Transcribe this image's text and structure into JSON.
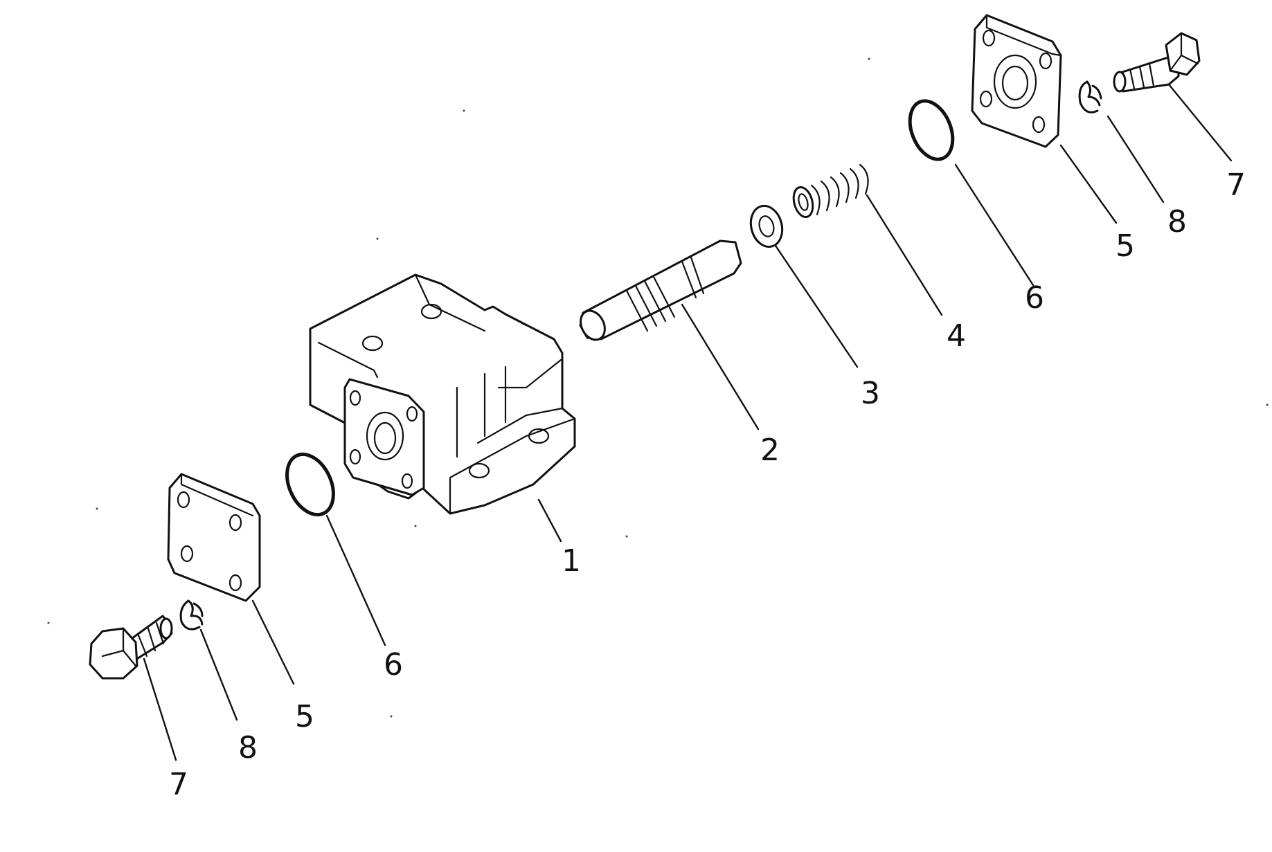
{
  "diagram": {
    "callouts": [
      {
        "id": "c1",
        "label": "1"
      },
      {
        "id": "c2",
        "label": "2"
      },
      {
        "id": "c3",
        "label": "3"
      },
      {
        "id": "c4",
        "label": "4"
      },
      {
        "id": "c5_upper",
        "label": "5"
      },
      {
        "id": "c6_upper",
        "label": "6"
      },
      {
        "id": "c7_upper",
        "label": "7"
      },
      {
        "id": "c8_upper",
        "label": "8"
      },
      {
        "id": "c5_lower",
        "label": "5"
      },
      {
        "id": "c6_lower",
        "label": "6"
      },
      {
        "id": "c7_lower",
        "label": "7"
      },
      {
        "id": "c8_lower",
        "label": "8"
      }
    ],
    "colors": {
      "line": "#111111",
      "background": "#ffffff"
    }
  }
}
